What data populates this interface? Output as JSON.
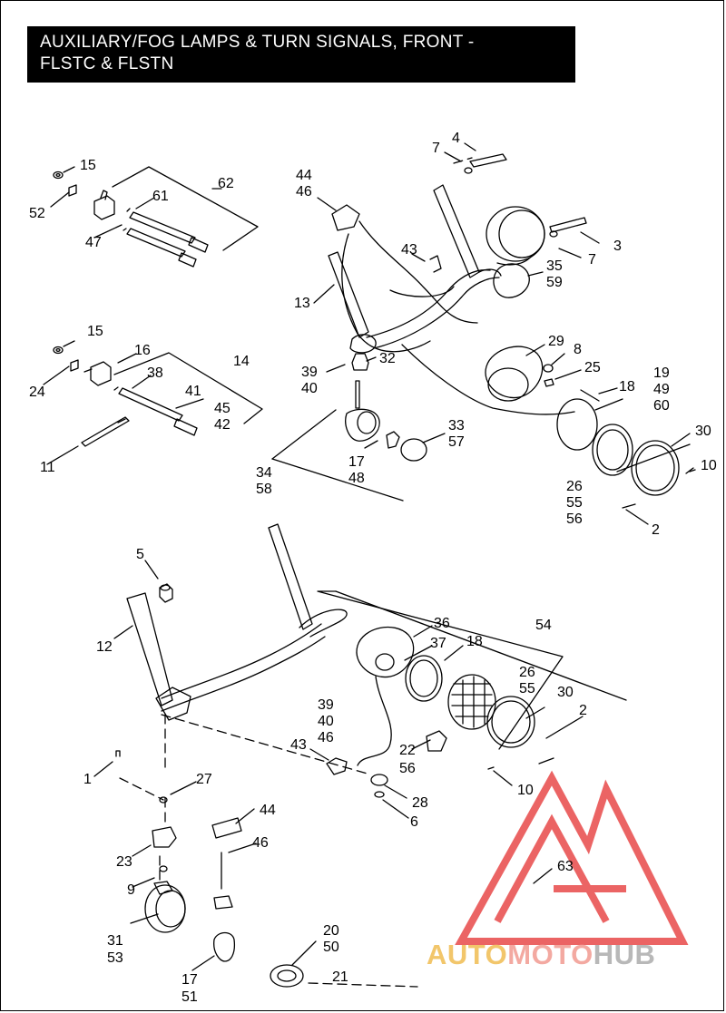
{
  "header": {
    "title_line1": "AUXILIARY/FOG LAMPS & TURN SIGNALS, FRONT -",
    "title_line2": "FLSTC & FLSTN"
  },
  "watermark": {
    "part1": "AUTO",
    "part2": "MOTO",
    "part3": "HUB",
    "colors": {
      "auto": "#f2c66b",
      "moto": "#f3a9a1",
      "hub": "#b8b8b8",
      "triangle": "#e84a4a"
    }
  },
  "callouts": [
    {
      "id": "c15a",
      "text": "15"
    },
    {
      "id": "c52",
      "text": "52"
    },
    {
      "id": "c62",
      "text": "62"
    },
    {
      "id": "c61",
      "text": "61"
    },
    {
      "id": "c47",
      "text": "47"
    },
    {
      "id": "c15b",
      "text": "15"
    },
    {
      "id": "c24",
      "text": "24"
    },
    {
      "id": "c16",
      "text": "16"
    },
    {
      "id": "c14",
      "text": "14"
    },
    {
      "id": "c38",
      "text": "38"
    },
    {
      "id": "c41",
      "text": "41"
    },
    {
      "id": "c45",
      "text": "45"
    },
    {
      "id": "c42",
      "text": "42"
    },
    {
      "id": "c11",
      "text": "11"
    },
    {
      "id": "c4",
      "text": "4"
    },
    {
      "id": "c7a",
      "text": "7"
    },
    {
      "id": "c44a",
      "text": "44"
    },
    {
      "id": "c46a",
      "text": "46"
    },
    {
      "id": "c43a",
      "text": "43"
    },
    {
      "id": "c3",
      "text": "3"
    },
    {
      "id": "c7b",
      "text": "7"
    },
    {
      "id": "c35",
      "text": "35"
    },
    {
      "id": "c59",
      "text": "59"
    },
    {
      "id": "c13",
      "text": "13"
    },
    {
      "id": "c29",
      "text": "29"
    },
    {
      "id": "c8",
      "text": "8"
    },
    {
      "id": "c25",
      "text": "25"
    },
    {
      "id": "c32",
      "text": "32"
    },
    {
      "id": "c39a",
      "text": "39"
    },
    {
      "id": "c40a",
      "text": "40"
    },
    {
      "id": "c18a",
      "text": "18"
    },
    {
      "id": "c19",
      "text": "19"
    },
    {
      "id": "c49",
      "text": "49"
    },
    {
      "id": "c60",
      "text": "60"
    },
    {
      "id": "c33",
      "text": "33"
    },
    {
      "id": "c57",
      "text": "57"
    },
    {
      "id": "c30a",
      "text": "30"
    },
    {
      "id": "c10a",
      "text": "10"
    },
    {
      "id": "c17a",
      "text": "17"
    },
    {
      "id": "c48",
      "text": "48"
    },
    {
      "id": "c34",
      "text": "34"
    },
    {
      "id": "c58",
      "text": "58"
    },
    {
      "id": "c26a",
      "text": "26"
    },
    {
      "id": "c55a",
      "text": "55"
    },
    {
      "id": "c56a",
      "text": "56"
    },
    {
      "id": "c2a",
      "text": "2"
    },
    {
      "id": "c5",
      "text": "5"
    },
    {
      "id": "c12",
      "text": "12"
    },
    {
      "id": "c36",
      "text": "36"
    },
    {
      "id": "c54",
      "text": "54"
    },
    {
      "id": "c37",
      "text": "37"
    },
    {
      "id": "c18b",
      "text": "18"
    },
    {
      "id": "c26b",
      "text": "26"
    },
    {
      "id": "c55b",
      "text": "55"
    },
    {
      "id": "c30b",
      "text": "30"
    },
    {
      "id": "c2b",
      "text": "2"
    },
    {
      "id": "c39b",
      "text": "39"
    },
    {
      "id": "c40b",
      "text": "40"
    },
    {
      "id": "c46b",
      "text": "46"
    },
    {
      "id": "c43b",
      "text": "43"
    },
    {
      "id": "c22",
      "text": "22"
    },
    {
      "id": "c56b",
      "text": "56"
    },
    {
      "id": "c10b",
      "text": "10"
    },
    {
      "id": "c1",
      "text": "1"
    },
    {
      "id": "c27",
      "text": "27"
    },
    {
      "id": "c28",
      "text": "28"
    },
    {
      "id": "c6",
      "text": "6"
    },
    {
      "id": "c44b",
      "text": "44"
    },
    {
      "id": "c46c",
      "text": "46"
    },
    {
      "id": "c23",
      "text": "23"
    },
    {
      "id": "c9",
      "text": "9"
    },
    {
      "id": "c63",
      "text": "63"
    },
    {
      "id": "c31",
      "text": "31"
    },
    {
      "id": "c53",
      "text": "53"
    },
    {
      "id": "c20",
      "text": "20"
    },
    {
      "id": "c50",
      "text": "50"
    },
    {
      "id": "c17b",
      "text": "17"
    },
    {
      "id": "c51",
      "text": "51"
    },
    {
      "id": "c21",
      "text": "21"
    }
  ]
}
